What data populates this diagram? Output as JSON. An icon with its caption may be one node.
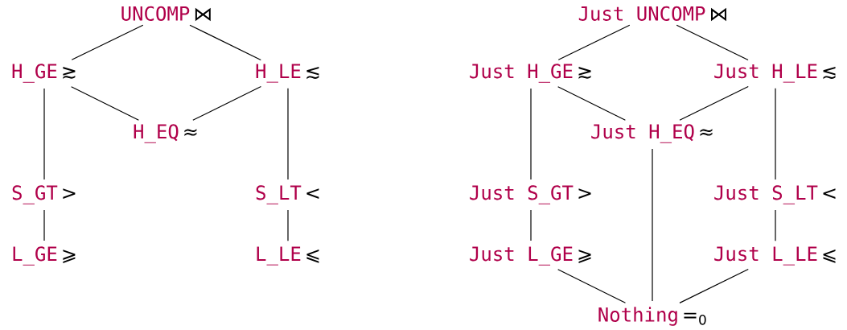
{
  "diagram": {
    "nodes": [
      {
        "text": [
          "UNCOMP",
          "⋈"
        ]
      },
      {
        "text": [
          "H_GE",
          "≳"
        ]
      },
      {
        "text": [
          "H_LE",
          "≲"
        ]
      },
      {
        "text": [
          "H_EQ",
          "≈"
        ]
      },
      {
        "text": [
          "S_GT",
          ">"
        ]
      },
      {
        "text": [
          "S_LT",
          "<"
        ]
      },
      {
        "text": [
          "L_GE",
          "⩾"
        ]
      },
      {
        "text": [
          "L_LE",
          "⩽"
        ]
      },
      {
        "text": [
          "Just UNCOMP",
          "⋈"
        ]
      },
      {
        "text": [
          "Just H_GE",
          "≳"
        ]
      },
      {
        "text": [
          "Just H_LE",
          "≲"
        ]
      },
      {
        "text": [
          "Just H_EQ",
          "≈"
        ]
      },
      {
        "text": [
          "Just S_GT",
          ">"
        ]
      },
      {
        "text": [
          "Just S_LT",
          "<"
        ]
      },
      {
        "text": [
          "Just L_GE",
          "⩾"
        ]
      },
      {
        "text": [
          "Just L_LE",
          "⩽"
        ]
      },
      {
        "text": [
          "Nothing",
          "=$_{0}$"
        ]
      }
    ],
    "edges": [
      {
        "from": 0,
        "to": 1,
        "arrow": "none"
      },
      {
        "from": 0,
        "to": 2,
        "arrow": "none"
      },
      {
        "from": 1,
        "to": 3,
        "arrow": "none"
      },
      {
        "from": 2,
        "to": 3,
        "arrow": "none"
      },
      {
        "from": 1,
        "to": 4,
        "arrow": "none"
      },
      {
        "from": 2,
        "to": 5,
        "arrow": "none"
      },
      {
        "from": 4,
        "to": 6,
        "arrow": "none"
      },
      {
        "from": 5,
        "to": 7,
        "arrow": "none"
      },
      {
        "from": 8,
        "to": 9,
        "arrow": "none"
      },
      {
        "from": 8,
        "to": 10,
        "arrow": "none"
      },
      {
        "from": 9,
        "to": 11,
        "arrow": "none"
      },
      {
        "from": 10,
        "to": 11,
        "arrow": "none"
      },
      {
        "from": 9,
        "to": 12,
        "arrow": "none"
      },
      {
        "from": 10,
        "to": 13,
        "arrow": "none"
      },
      {
        "from": 12,
        "to": 14,
        "arrow": "none"
      },
      {
        "from": 13,
        "to": 15,
        "arrow": "none"
      },
      {
        "from": 14,
        "to": 16,
        "arrow": "none"
      },
      {
        "from": 11,
        "to": 16,
        "arrow": "none"
      },
      {
        "from": 15,
        "to": 16,
        "arrow": "none"
      }
    ]
  }
}
